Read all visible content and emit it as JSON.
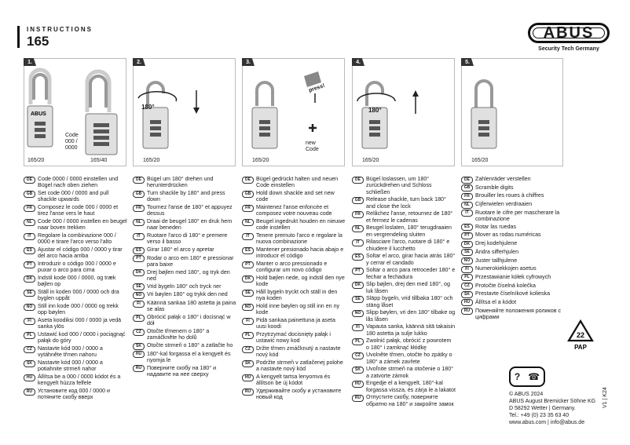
{
  "header": {
    "label": "INSTRUCTIONS",
    "model": "165"
  },
  "brand": {
    "name": "ABUS",
    "tagline": "Security Tech Germany"
  },
  "steps": [
    {
      "num": "1.",
      "captions": [
        "165/20",
        "165/40"
      ],
      "code_label": "Code\n000 /\n0000"
    },
    {
      "num": "2.",
      "captions": [
        "165/20"
      ],
      "angle": "180°"
    },
    {
      "num": "3.",
      "captions": [
        "165/20"
      ],
      "press": "press!",
      "new_code": "new\nCode"
    },
    {
      "num": "4.",
      "captions": [
        "165/20"
      ],
      "angle": "180°"
    },
    {
      "num": "5.",
      "captions": [
        "165/20"
      ]
    }
  ],
  "col1": [
    {
      "lang": "DE",
      "text": "Code 0000 / 0000 einstellen und Bügel nach oben ziehen"
    },
    {
      "lang": "GB",
      "text": "Set code 000 / 0000 and pull shackle upwards"
    },
    {
      "lang": "FR",
      "text": "Composez le code 000 / 0000 et tirez l'anse vers le haut"
    },
    {
      "lang": "NL",
      "text": "Code 000 / 0000 instellen en beugel naar boven trekken"
    },
    {
      "lang": "IT",
      "text": "Regolare la combinazione 000 / 0000 e tirare l'arco verso l'alto"
    },
    {
      "lang": "ES",
      "text": "Ajustar el código 000 / 0000 y tirar del arco hacia arriba"
    },
    {
      "lang": "PT",
      "text": "Introduzir o código 000 / 0000 e puxar o arco para cima"
    },
    {
      "lang": "DK",
      "text": "Indstil kode 000 / 0000, og træk bøjlen op"
    },
    {
      "lang": "SE",
      "text": "Ställ in koden 000 / 0000 och dra byglen uppåt"
    },
    {
      "lang": "NO",
      "text": "Still inn kode 000 / 0000 og trekk opp bøylen"
    },
    {
      "lang": "FI",
      "text": "Aseta koodiksi 000 / 0000 ja vedä sanka ylös"
    },
    {
      "lang": "PL",
      "text": "Ustawić kod 000 / 0000 i pociągnąć pałąk do góry"
    },
    {
      "lang": "CZ",
      "text": "Nastavte kód 000 / 0000 a vytáhněte třmen nahoru"
    },
    {
      "lang": "SK",
      "text": "Nastavte kód 000 / 0000 a potiahnite strmeň nahor"
    },
    {
      "lang": "HU",
      "text": "Állítsa be a 000 / 0000 kódot és a kengyelt húzza felfele"
    },
    {
      "lang": "RU",
      "text": "Установите код 000 / 0000 и потяните скобу вверх"
    }
  ],
  "col2": [
    {
      "lang": "DE",
      "text": "Bügel um 180° drehen und herunterdrücken"
    },
    {
      "lang": "GB",
      "text": "Turn shackle by 180° and press down"
    },
    {
      "lang": "FR",
      "text": "Tournez l'anse de 180° et appuyez dessus"
    },
    {
      "lang": "NL",
      "text": "Draai de beugel 180° en druk hem naar beneden"
    },
    {
      "lang": "IT",
      "text": "Ruotare l'arco di 180° e premere verso il basso"
    },
    {
      "lang": "ES",
      "text": "Girar 180° el arco y apretar"
    },
    {
      "lang": "PT",
      "text": "Rodar o arco em 180° e pressionar para baixe"
    },
    {
      "lang": "DK",
      "text": "Drej bøjlen med 180°, og tryk den ned"
    },
    {
      "lang": "SE",
      "text": "Vrid bygeln 180° och tryck ner"
    },
    {
      "lang": "NO",
      "text": "Vri bøylen 180° og trykk den ned"
    },
    {
      "lang": "FI",
      "text": "Käännä sankaa 180 astetta ja paina se alas"
    },
    {
      "lang": "PL",
      "text": "Obrócić pałąk o 180° i docisnąć w dół"
    },
    {
      "lang": "CZ",
      "text": "Otočte třmenem o 180° a zamáčkněte ho dolů"
    },
    {
      "lang": "SK",
      "text": "Otočte strmeň o 180° a zatlačte ho"
    },
    {
      "lang": "HU",
      "text": "180°-kal forgassa el a kengyelt és nyomja le"
    },
    {
      "lang": "RU",
      "text": "Поверните скобу на 180° и надавите на нее сверху"
    }
  ],
  "col3": [
    {
      "lang": "DE",
      "text": "Bügel gedrückt halten und neuen Code einstellen"
    },
    {
      "lang": "GB",
      "text": "Hold down shackle and set new code"
    },
    {
      "lang": "FR",
      "text": "Maintenez l'anse enfoncée et composez votre nouveau code"
    },
    {
      "lang": "NL",
      "text": "Beugel ingedrukt houden en nieuwe code instellen"
    },
    {
      "lang": "IT",
      "text": "Tenere premuto l'arco e regolare la nuova combinazione"
    },
    {
      "lang": "ES",
      "text": "Mantener presionado hacia abajo e introducir el código"
    },
    {
      "lang": "PT",
      "text": "Manter o arco pressionado e configurar um novo código"
    },
    {
      "lang": "DK",
      "text": "Hold bøjlen nede, og indstil den nye kode"
    },
    {
      "lang": "SE",
      "text": "Håll bygeln tryckt och ställ in den nya koden"
    },
    {
      "lang": "NO",
      "text": "Hold inne bøylen og still inn en ny kode"
    },
    {
      "lang": "FI",
      "text": "Pidä sankaa painettuna ja aseta uusi koodi"
    },
    {
      "lang": "PL",
      "text": "Przytrzymać docisnięty pałąk i ustawić nowy kod"
    },
    {
      "lang": "CZ",
      "text": "Držte třmen zmáčknutý a nastavte nový kód"
    },
    {
      "lang": "SK",
      "text": "Podržte strmeň v zatlačenej polohe a nastavte nový kód"
    },
    {
      "lang": "HU",
      "text": "A kengyelt tartsa lenyomva és állítson be új kódot"
    },
    {
      "lang": "RU",
      "text": "Удерживайте скобу и установите новый код"
    }
  ],
  "col4": [
    {
      "lang": "DE",
      "text": "Bügel loslassen, um 180° zurückdrehen und Schloss schließen"
    },
    {
      "lang": "GB",
      "text": "Release shackle, turn back 180° and close the lock"
    },
    {
      "lang": "FR",
      "text": "Relâchez l'anse, retournez de 180° et fermez le cadenas"
    },
    {
      "lang": "NL",
      "text": "Beugel loslaten, 180° terugdraaien en vergrendeling sluiten"
    },
    {
      "lang": "IT",
      "text": "Rilasciare l'arco, ruotare di 180° e chiudere il lucchetto"
    },
    {
      "lang": "ES",
      "text": "Soltar el arco, girar hacia atrás 180° y cerrar el candado"
    },
    {
      "lang": "PT",
      "text": "Soltar o arco para retroceder 180° e fechar a fechadura"
    },
    {
      "lang": "DK",
      "text": "Slip bøjlen, drej den med 180°, og luk låsen"
    },
    {
      "lang": "SE",
      "text": "Släpp bygeln, vrid tillbaka 180° och stäng låset"
    },
    {
      "lang": "NO",
      "text": "Slipp bøylen, vri den 180° tilbake og lås låsen"
    },
    {
      "lang": "FI",
      "text": "Vapauta sanka, käännä sitä takaisin 180 astetta ja sulje lukko"
    },
    {
      "lang": "PL",
      "text": "Zwolnić pałąk, obrócić z powrotem o 180° i zamknąć kłódkę"
    },
    {
      "lang": "CZ",
      "text": "Uvolněte třmen, otočte ho zpátky o 180° a zámek zavřete"
    },
    {
      "lang": "SK",
      "text": "Uvoľnite strmeň na otočenie o 180° a zatvorte zámok"
    },
    {
      "lang": "HU",
      "text": "Engedje el a kengyelt, 180°-kal forgassa vissza, és zárja le a lakatot"
    },
    {
      "lang": "RU",
      "text": "Отпустите скобу, поверните обратно на 180° и закройте замок"
    }
  ],
  "col5": [
    {
      "lang": "DE",
      "text": "Zahlenräder verstellen"
    },
    {
      "lang": "GB",
      "text": "Scramble digits"
    },
    {
      "lang": "FR",
      "text": "Brouiller les roues à chiffres"
    },
    {
      "lang": "NL",
      "text": "Cijferwielen verdraaien"
    },
    {
      "lang": "IT",
      "text": "Ruotare le cifre per mascherare la combinazione"
    },
    {
      "lang": "ES",
      "text": "Rotar las ruedas"
    },
    {
      "lang": "PT",
      "text": "Mover as rodas numéricas"
    },
    {
      "lang": "DK",
      "text": "Drej kodehjulene"
    },
    {
      "lang": "SE",
      "text": "Ändra sifferhjulen"
    },
    {
      "lang": "NO",
      "text": "Juster tallhjulene"
    },
    {
      "lang": "FI",
      "text": "Numerokiekkojen asetus"
    },
    {
      "lang": "PL",
      "text": "Przestawianie kółek cyfrowych"
    },
    {
      "lang": "CZ",
      "text": "Protočte číselná kolečka"
    },
    {
      "lang": "SK",
      "text": "Prestavte číselníkové kolieska"
    },
    {
      "lang": "HU",
      "text": "Állítsa el a kódot"
    },
    {
      "lang": "RU",
      "text": "Поменяйте положения роликов с цифрами"
    }
  ],
  "recycle": {
    "number": "22",
    "material": "PAP"
  },
  "footer": {
    "lines": [
      "© ABUS 2024",
      "ABUS August Bremicker Söhne KG",
      "D 58292 Wetter | Germany.",
      "Tel.: +49 (0) 23 35 63 40",
      "www.abus.com | info@abus.de"
    ],
    "version": "V1 | K24"
  }
}
